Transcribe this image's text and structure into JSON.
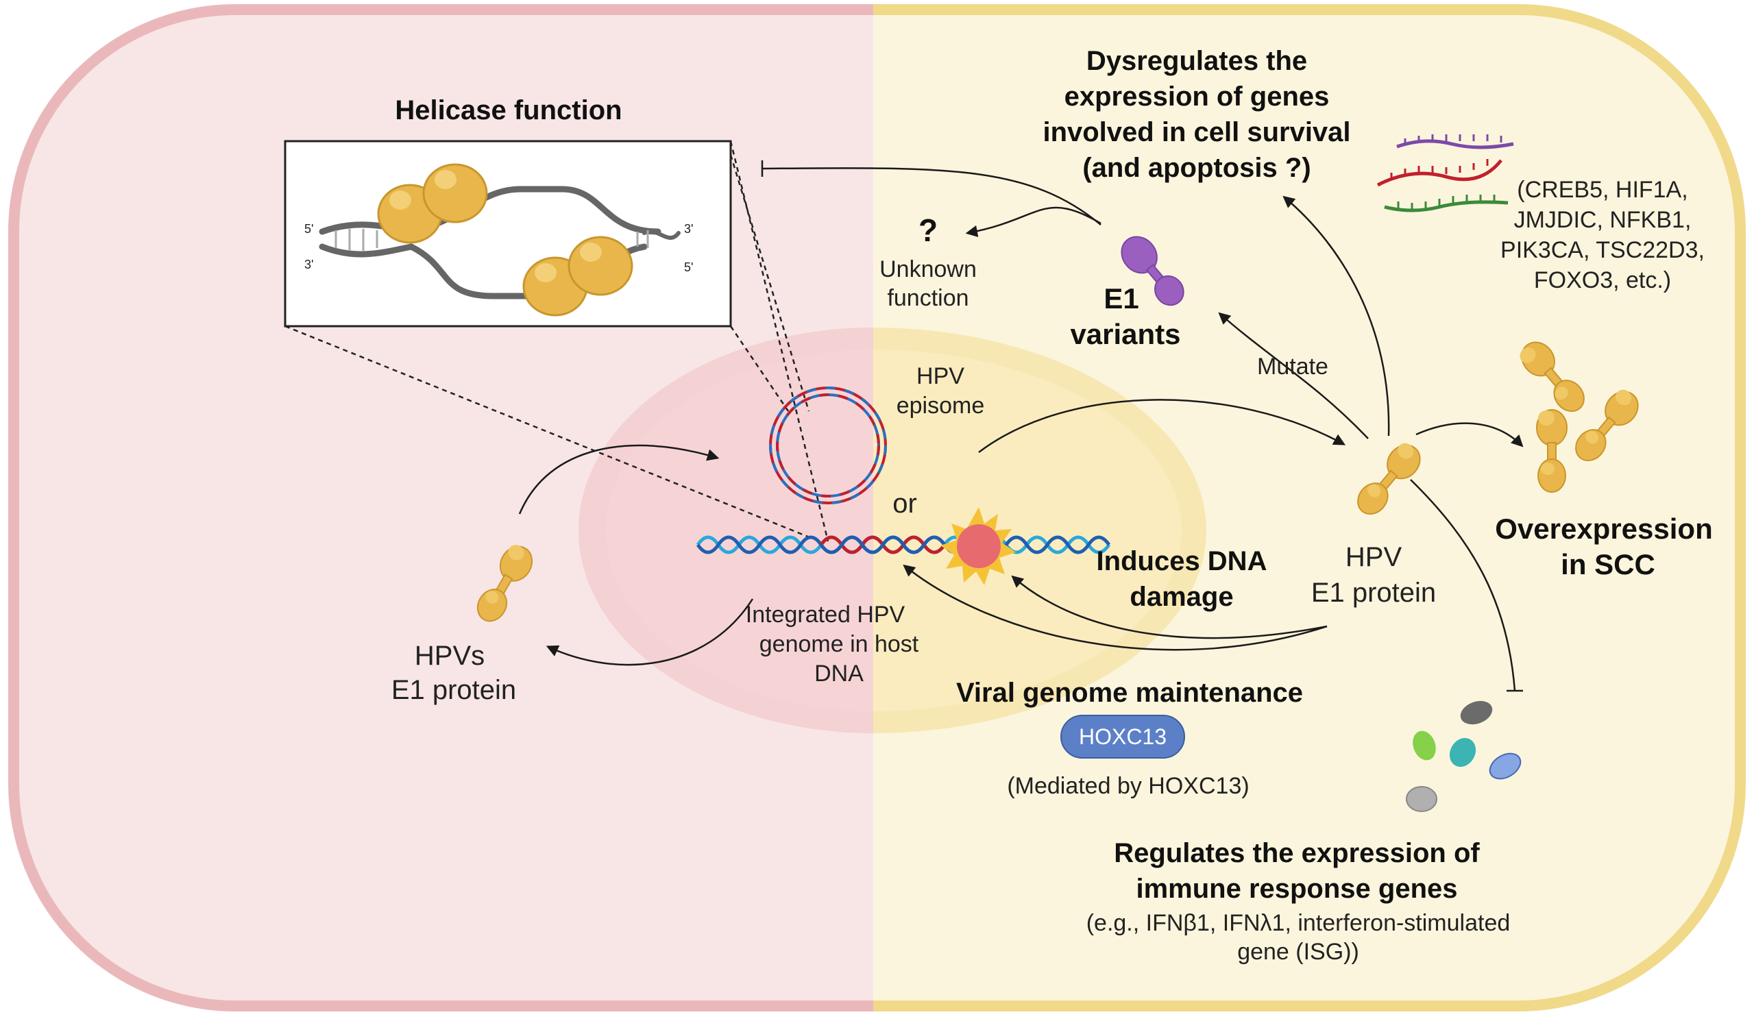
{
  "helicase": {
    "title": "Helicase function",
    "strand_end_top_left": "5'",
    "strand_end_bottom_left": "3'",
    "strand_end_top_right": "3'",
    "strand_end_bottom_right": "5'"
  },
  "dysregulates": {
    "lines": [
      "Dysregulates the",
      "expression of genes",
      "involved in cell survival",
      "(and apoptosis ?)"
    ]
  },
  "genes": {
    "lines": [
      "(CREB5, HIF1A,",
      "JMJDIC, NFKB1,",
      "PIK3CA, TSC22D3,",
      "FOXO3, etc.)"
    ]
  },
  "unknown": {
    "mark": "?",
    "lines": [
      "Unknown",
      "function"
    ]
  },
  "e1_variants": {
    "lines": [
      "E1",
      "variants"
    ]
  },
  "mutate": {
    "label": "Mutate"
  },
  "episome": {
    "lines": [
      "HPV",
      "episome"
    ]
  },
  "or_label": "or",
  "integrated": {
    "lines": [
      "Integrated HPV",
      "genome in host",
      "DNA"
    ]
  },
  "hpvs_e1": {
    "lines": [
      "HPVs",
      "E1 protein"
    ]
  },
  "hpv_e1": {
    "lines": [
      "HPV",
      "E1 protein"
    ]
  },
  "dna_damage": {
    "lines": [
      "Induces DNA",
      "damage"
    ]
  },
  "overexpression": {
    "lines": [
      "Overexpression",
      "in SCC"
    ]
  },
  "maintenance": {
    "title": "Viral genome maintenance",
    "badge": "HOXC13",
    "note": "(Mediated by HOXC13)"
  },
  "immune": {
    "lines": [
      "Regulates the expression of",
      "immune response genes"
    ],
    "detail": [
      "(e.g., IFNβ1, IFNλ1,  interferon-stimulated",
      "gene (ISG))"
    ]
  },
  "colors": {
    "left_cell": "#f8e6e6",
    "left_border": "#eab8bb",
    "right_cell": "#fcf5dd",
    "right_border": "#f1d98a",
    "protein": "#e8b64a",
    "variant": "#9b5fc0",
    "badge": "#5c80c8"
  }
}
